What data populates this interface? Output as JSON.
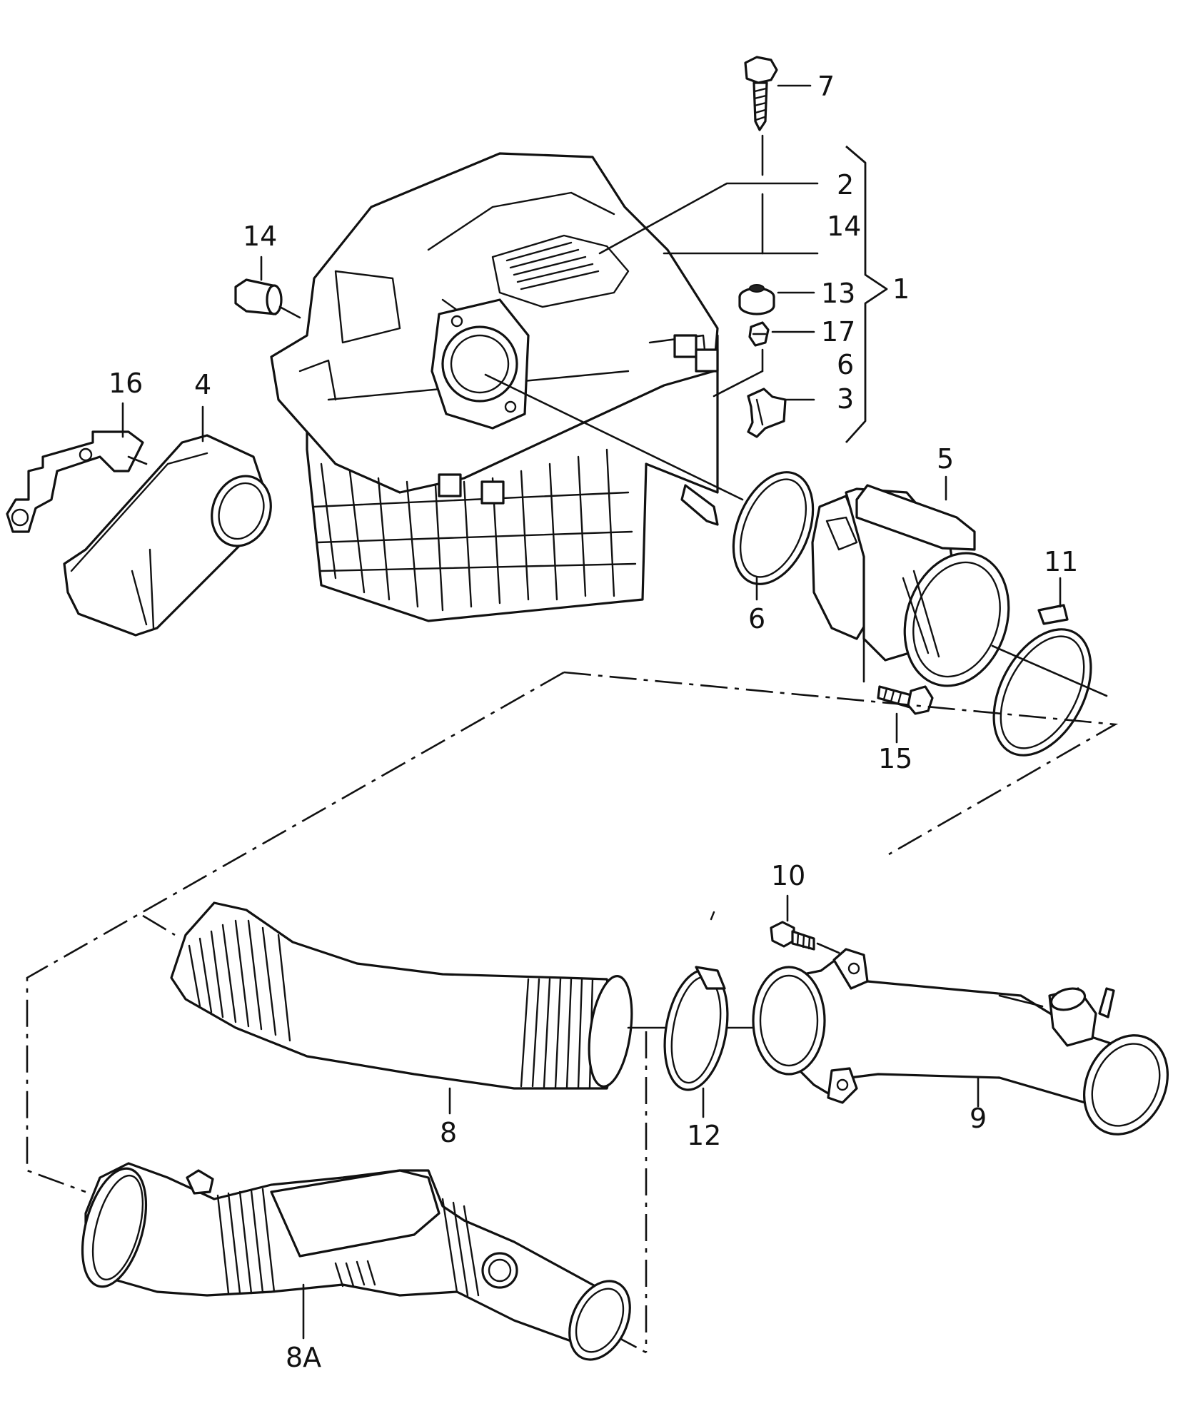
{
  "callouts": {
    "c7": "7",
    "c2": "2",
    "c14_right": "14",
    "c14_left": "14",
    "c13": "13",
    "c1": "1",
    "c17": "17",
    "c6_right": "6",
    "c3": "3",
    "c16": "16",
    "c4": "4",
    "c5": "5",
    "c11": "11",
    "c6_lower": "6",
    "c15": "15",
    "c10": "10",
    "c8": "8",
    "c12": "12",
    "c9": "9",
    "c8a": "8A"
  }
}
